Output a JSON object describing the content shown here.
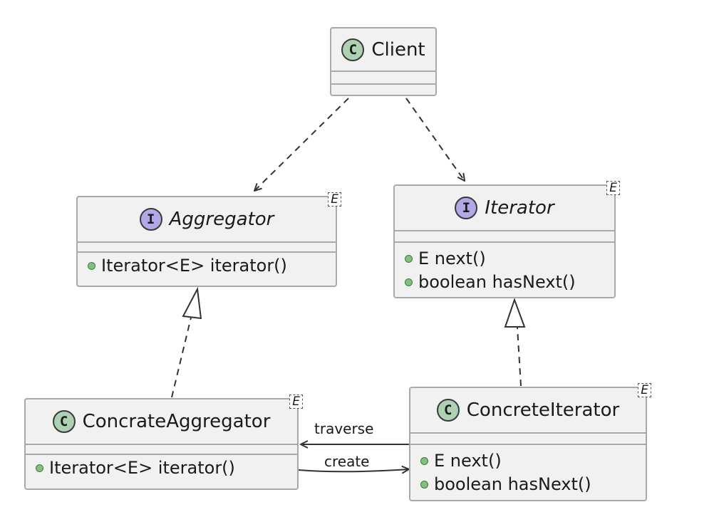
{
  "classes": {
    "client": {
      "name": "Client",
      "stereotype": "C"
    },
    "aggregator": {
      "name": "Aggregator",
      "stereotype": "I",
      "type_param": "E",
      "members": [
        "Iterator<E> iterator()"
      ]
    },
    "iterator": {
      "name": "Iterator",
      "stereotype": "I",
      "type_param": "E",
      "members": [
        "E next()",
        "boolean hasNext()"
      ]
    },
    "concrete_aggregator": {
      "name": "ConcrateAggregator",
      "stereotype": "C",
      "type_param": "E",
      "members": [
        "Iterator<E> iterator()"
      ]
    },
    "concrete_iterator": {
      "name": "ConcreteIterator",
      "stereotype": "C",
      "type_param": "E",
      "members": [
        "E next()",
        "boolean hasNext()"
      ]
    }
  },
  "relations": {
    "traverse": "traverse",
    "create": "create"
  }
}
